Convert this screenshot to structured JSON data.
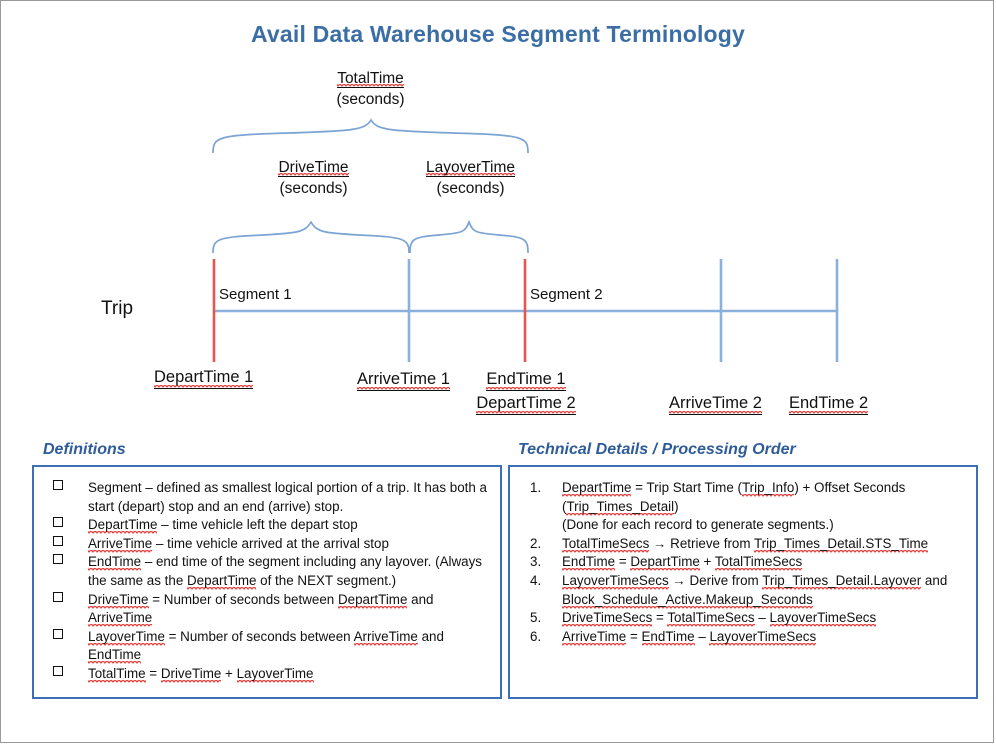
{
  "page": {
    "title": "Avail Data Warehouse Segment Terminology",
    "border_color": "#9a9a9a",
    "accent_color": "#3a6ea5",
    "panel_border_color": "#3b6fb6",
    "heading_color": "#2e5c9a",
    "red_marker_color": "#e8554d",
    "blue_line_color": "#8cb0dc"
  },
  "diagram": {
    "total_time": {
      "name": "TotalTime",
      "unit": "(seconds)"
    },
    "drive_time": {
      "name": "DriveTime",
      "unit": "(seconds)"
    },
    "layover_time": {
      "name": "LayoverTime",
      "unit": "(seconds)"
    },
    "trip_label": "Trip",
    "segment_1_label": "Segment 1",
    "segment_2_label": "Segment 2",
    "markers": {
      "depart_time_1": "DepartTime 1",
      "arrive_time_1": "ArriveTime 1",
      "end_time_1": "EndTime 1",
      "depart_time_2": "DepartTime 2",
      "arrive_time_2": "ArriveTime 2",
      "end_time_2": "EndTime 2"
    }
  },
  "definitions": {
    "heading": "Definitions",
    "items": [
      "Segment – defined as smallest logical portion of a trip.  It has both a start (depart) stop and an end (arrive) stop.",
      "DepartTime – time vehicle left the depart stop",
      "ArriveTime – time vehicle arrived at the arrival stop",
      "EndTime – end time of the segment including any layover.  (Always the same as the DepartTime of the NEXT segment.)",
      "DriveTime = Number of seconds between DepartTime and ArriveTime",
      "LayoverTime = Number of seconds between ArriveTime and EndTime",
      "TotalTime = DriveTime + LayoverTime"
    ]
  },
  "technical": {
    "heading": "Technical Details / Processing Order",
    "items": [
      {
        "num": "1.",
        "text": "DepartTime = Trip Start Time (Trip_Info) + Offset Seconds (Trip_Times_Detail)\n(Done for each record to generate segments.)"
      },
      {
        "num": "2.",
        "text": "TotalTimeSecs → Retrieve from Trip_Times_Detail.STS_Time"
      },
      {
        "num": "3.",
        "text": "EndTime = DepartTime + TotalTimeSecs"
      },
      {
        "num": "4.",
        "text": "LayoverTimeSecs → Derive from Trip_Times_Detail.Layover and Block_Schedule_Active.Makeup_Seconds"
      },
      {
        "num": "5.",
        "text": "DriveTimeSecs = TotalTimeSecs – LayoverTimeSecs"
      },
      {
        "num": "6.",
        "text": "ArriveTime = EndTime – LayoverTimeSecs"
      }
    ]
  }
}
